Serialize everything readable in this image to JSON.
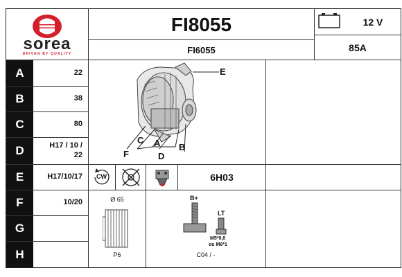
{
  "brand": {
    "name": "sorea",
    "tagline": "DRIVEN BY QUALITY",
    "color": "#d4202a"
  },
  "header": {
    "part_number": "FI8055",
    "alt_part_number": "FI6055",
    "voltage": "12 V",
    "amperage": "85A"
  },
  "rows": [
    {
      "label": "A",
      "value": "22"
    },
    {
      "label": "B",
      "value": "38"
    },
    {
      "label": "C",
      "value": "80"
    },
    {
      "label": "D",
      "value": "H17 / 10 / 22"
    },
    {
      "label": "E",
      "value": "H17/10/17"
    },
    {
      "label": "F",
      "value": "10/20"
    },
    {
      "label": "G",
      "value": ""
    },
    {
      "label": "H",
      "value": ""
    }
  ],
  "diagram_labels": {
    "a": "A",
    "b": "B",
    "c": "C",
    "d": "D",
    "e": "E",
    "f": "F"
  },
  "icons_row": {
    "rotation": "CW",
    "regulator_code": "6H03"
  },
  "pulley": {
    "diameter": "Ø 65",
    "type": "P6"
  },
  "terminals": {
    "b_plus": "B+",
    "lt": "LT",
    "thread": "M5*0,8",
    "thread_alt": "ou M6*1",
    "connector_code": "C04 / -"
  }
}
